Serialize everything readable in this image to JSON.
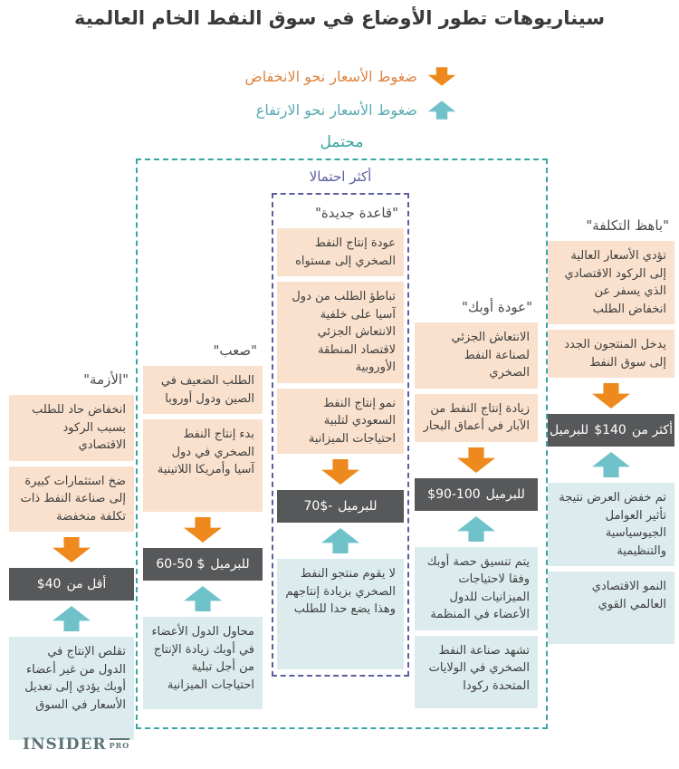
{
  "title": "سيناريوهات تطور الأوضاع في سوق النفط الخام العالمية",
  "legend": {
    "down": {
      "label": "ضغوط الأسعار نحو الانخفاض",
      "color": "#ee8a1d"
    },
    "up": {
      "label": "ضغوط الأسعار نحو الارتفاع",
      "color": "#6fc2ca"
    }
  },
  "groups": {
    "probable_label": "محتمل",
    "most_probable_label": "أكثر احتمالا"
  },
  "colors": {
    "peach_box": "#f9e1cd",
    "teal_box": "#dcecee",
    "price_box": "#57585a",
    "orange_arrow": "#ee8a1d",
    "teal_arrow": "#6fc2ca",
    "outer_dash": "#3aa6a2",
    "inner_dash": "#5c5f9f"
  },
  "columns": [
    {
      "title": "\"الأزمة\"",
      "down_boxes": [
        "انخفاض حاد للطلب بسبب الركود الاقتصادي",
        "ضخ استثمارات كبيرة إلى صناعة النفط ذات تكلفة منخفضة"
      ],
      "price": {
        "left": "$40",
        "right": "أقل من"
      },
      "up_boxes": [
        "تقلص الإنتاج في الدول من غير أعضاء أوبك يؤدي إلى تعديل الأسعار في السوق"
      ]
    },
    {
      "title": "\"صعب\"",
      "down_boxes": [
        "الطلب الضعيف في الصين ودول أوروبا",
        "بدء إنتاج النفط الصخري في دول آسيا وأمريكا اللاتينية"
      ],
      "price": {
        "left": "60-50 $",
        "right": "للبرميل"
      },
      "up_boxes": [
        "محاول الدول الأعضاء في أوبك زيادة الإنتاج من أجل تبلية احتياجات الميزانية"
      ]
    },
    {
      "title": "\"قاعدة جديدة\"",
      "down_boxes": [
        "عودة إنتاج النفط الصخري إلى مستواه",
        "تباطؤ الطلب من دول آسيا على خلفية الانتعاش الجزئي لاقتصاد المنطقة الأوروبية",
        "نمو إنتاج النفط السعودي لتلبية احتياجات الميزانية"
      ],
      "price": {
        "left": "70$-",
        "right": "للبرميل"
      },
      "up_boxes": [
        "لا يقوم منتجو النفط الصخري بزيادة إنتاجهم وهذا يضع حدا للطلب"
      ]
    },
    {
      "title": "\"عودة أوبك\"",
      "down_boxes": [
        "الانتعاش الجزئي لصناعة النفط الصخري",
        "زيادة إنتاج النفط من الآبار في أعماق البحار"
      ],
      "price": {
        "left": "$90-100",
        "right": "للبرميل"
      },
      "up_boxes": [
        "يتم تنسيق حصة أوبك وفقا لاحتياجات الميزانيات للدول الأعضاء في المنظمة",
        "تشهد صناعة النفط الصخري في الولايات المتحدة ركودا"
      ]
    },
    {
      "title": "\"باهظ التكلفة\"",
      "down_boxes": [
        "تؤدي الأسعار العالية إلى الركود الاقتصادي الذي يسفر عن انخفاض الطلب",
        "يدخل المنتجون الجدد إلى سوق النفط"
      ],
      "price": {
        "left": "للبرميل",
        "mid": "$140",
        "right": "أكثر من"
      },
      "up_boxes": [
        "تم خفض العرض نتيجة تأثير العوامل الجيوسياسية والتنظيمية",
        "النمو الاقتصادي العالمي القوي"
      ]
    }
  ],
  "logo": {
    "main": "INSIDER",
    "sub": "PRO"
  }
}
